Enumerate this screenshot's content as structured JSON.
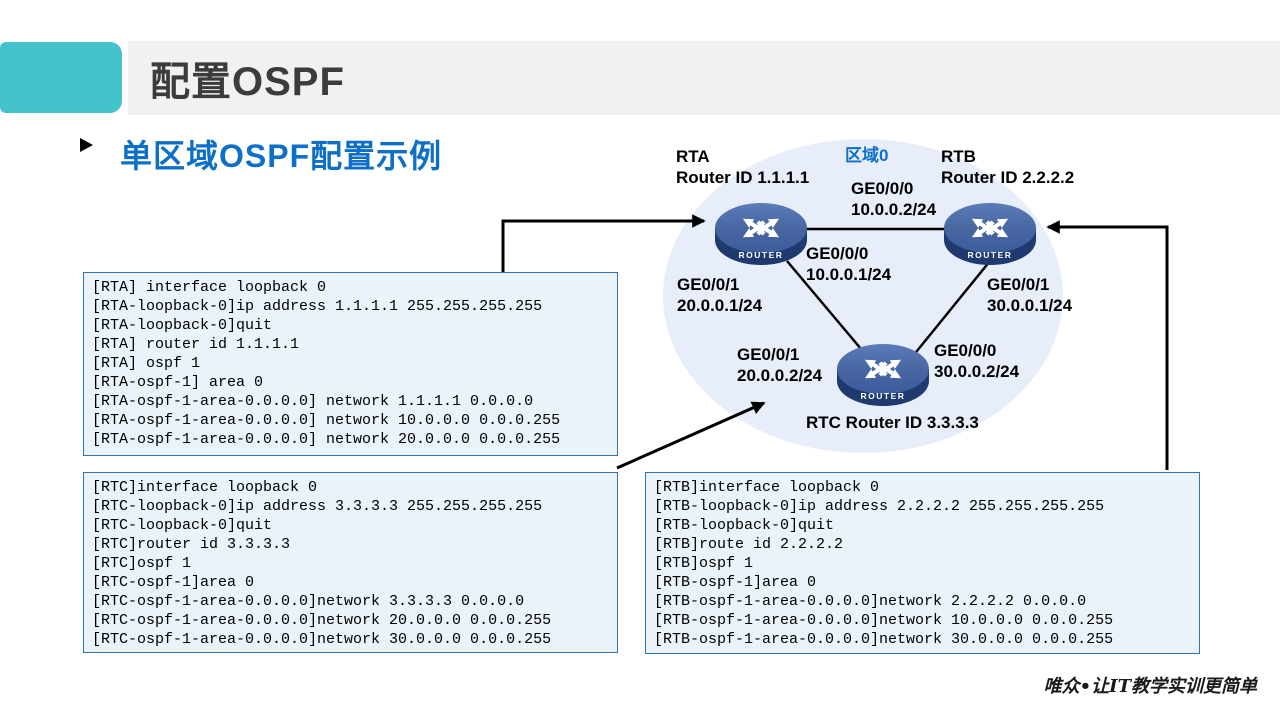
{
  "header": {
    "title": "配置OSPF"
  },
  "subtitle": {
    "text": "单区域OSPF配置示例"
  },
  "footer": {
    "text": "唯众•让IT教学实训更简单"
  },
  "icons": {
    "bullet": "right-pointing-triangle",
    "router": "router-crossed-arrows"
  },
  "diagram": {
    "area_label": "区域0",
    "rta": {
      "name": "RTA",
      "router_id": "Router ID 1.1.1.1",
      "device_label": "ROUTER"
    },
    "rtb": {
      "name": "RTB",
      "router_id": "Router ID 2.2.2.2",
      "device_label": "ROUTER"
    },
    "rtc": {
      "caption": "RTC Router ID 3.3.3.3",
      "device_label": "ROUTER"
    },
    "interfaces": {
      "rtb_top": {
        "port": "GE0/0/0",
        "addr": "10.0.0.2/24"
      },
      "rta_bottom": {
        "port": "GE0/0/0",
        "addr": "10.0.0.1/24"
      },
      "rta_left": {
        "port": "GE0/0/1",
        "addr": "20.0.0.1/24"
      },
      "rtb_right": {
        "port": "GE0/0/1",
        "addr": "30.0.0.1/24"
      },
      "rtc_left": {
        "port": "GE0/0/1",
        "addr": "20.0.0.2/24"
      },
      "rtc_right": {
        "port": "GE0/0/0",
        "addr": "30.0.0.2/24"
      }
    }
  },
  "code_boxes": {
    "rta": {
      "lines": [
        "[RTA] interface loopback 0",
        "[RTA-loopback-0]ip address 1.1.1.1 255.255.255.255",
        "[RTA-loopback-0]quit",
        "[RTA] router id 1.1.1.1",
        "[RTA] ospf 1",
        "[RTA-ospf-1] area 0",
        "[RTA-ospf-1-area-0.0.0.0] network 1.1.1.1 0.0.0.0",
        "[RTA-ospf-1-area-0.0.0.0] network 10.0.0.0 0.0.0.255",
        "[RTA-ospf-1-area-0.0.0.0] network 20.0.0.0 0.0.0.255"
      ]
    },
    "rtc": {
      "lines": [
        "[RTC]interface loopback 0",
        "[RTC-loopback-0]ip address 3.3.3.3 255.255.255.255",
        "[RTC-loopback-0]quit",
        "[RTC]router id 3.3.3.3",
        "[RTC]ospf 1",
        "[RTC-ospf-1]area 0",
        "[RTC-ospf-1-area-0.0.0.0]network 3.3.3.3 0.0.0.0",
        "[RTC-ospf-1-area-0.0.0.0]network 20.0.0.0 0.0.0.255",
        "[RTC-ospf-1-area-0.0.0.0]network 30.0.0.0 0.0.0.255"
      ]
    },
    "rtb": {
      "lines": [
        "[RTB]interface loopback 0",
        "[RTB-loopback-0]ip address 2.2.2.2 255.255.255.255",
        "[RTB-loopback-0]quit",
        "[RTB]route id 2.2.2.2",
        "[RTB]ospf 1",
        "[RTB-ospf-1]area 0",
        "[RTB-ospf-1-area-0.0.0.0]network 2.2.2.2 0.0.0.0",
        "[RTB-ospf-1-area-0.0.0.0]network 10.0.0.0 0.0.0.255",
        "[RTB-ospf-1-area-0.0.0.0]network 30.0.0.0 0.0.0.255"
      ]
    }
  },
  "colors": {
    "accent_teal": "#45C3CC",
    "title_bar_gray": "#F1F1F1",
    "title_text": "#3C3C3C",
    "heading_blue": "#0D6FC8",
    "area_label_blue": "#0B70C8",
    "area_fill": "#E7EEF9",
    "code_box_bg": "#EAF2FA",
    "code_box_border": "#2E75B6",
    "router_top": "#47659F",
    "router_base": "#1E3A6E",
    "wire_black": "#000000"
  }
}
